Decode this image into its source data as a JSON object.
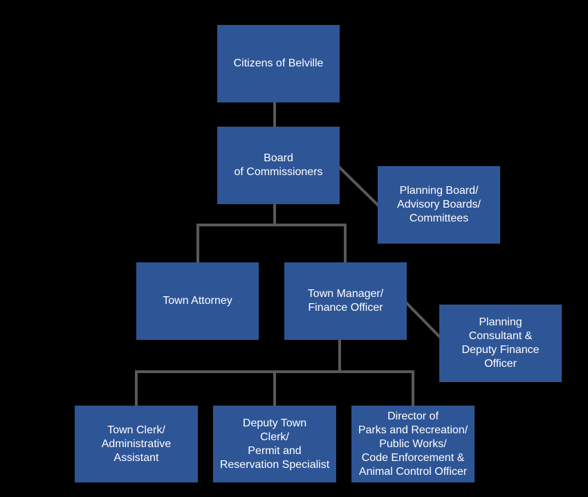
{
  "nodes": {
    "citizens": {
      "lines": [
        "Citizens of Belville"
      ]
    },
    "board": {
      "lines": [
        "Board",
        "of Commissioners"
      ]
    },
    "planning_board": {
      "lines": [
        "Planning Board/",
        "Advisory Boards/",
        "Committees"
      ]
    },
    "attorney": {
      "lines": [
        "Town Attorney"
      ]
    },
    "manager": {
      "lines": [
        "Town Manager/",
        "Finance Officer"
      ]
    },
    "consultant": {
      "lines": [
        "Planning",
        "Consultant &",
        "Deputy Finance",
        "Officer"
      ]
    },
    "clerk": {
      "lines": [
        "Town Clerk/",
        "Administrative",
        "Assistant"
      ]
    },
    "deputy_clerk": {
      "lines": [
        "Deputy Town",
        "Clerk/",
        "Permit and",
        "Reservation Specialist"
      ]
    },
    "director": {
      "lines": [
        "Director of",
        "Parks and Recreation/",
        "Public Works/",
        "Code Enforcement &",
        "Animal Control Officer"
      ]
    }
  },
  "colors": {
    "box": "#2e5596",
    "connector": "#595959",
    "background": "#000000",
    "text": "#ffffff"
  }
}
